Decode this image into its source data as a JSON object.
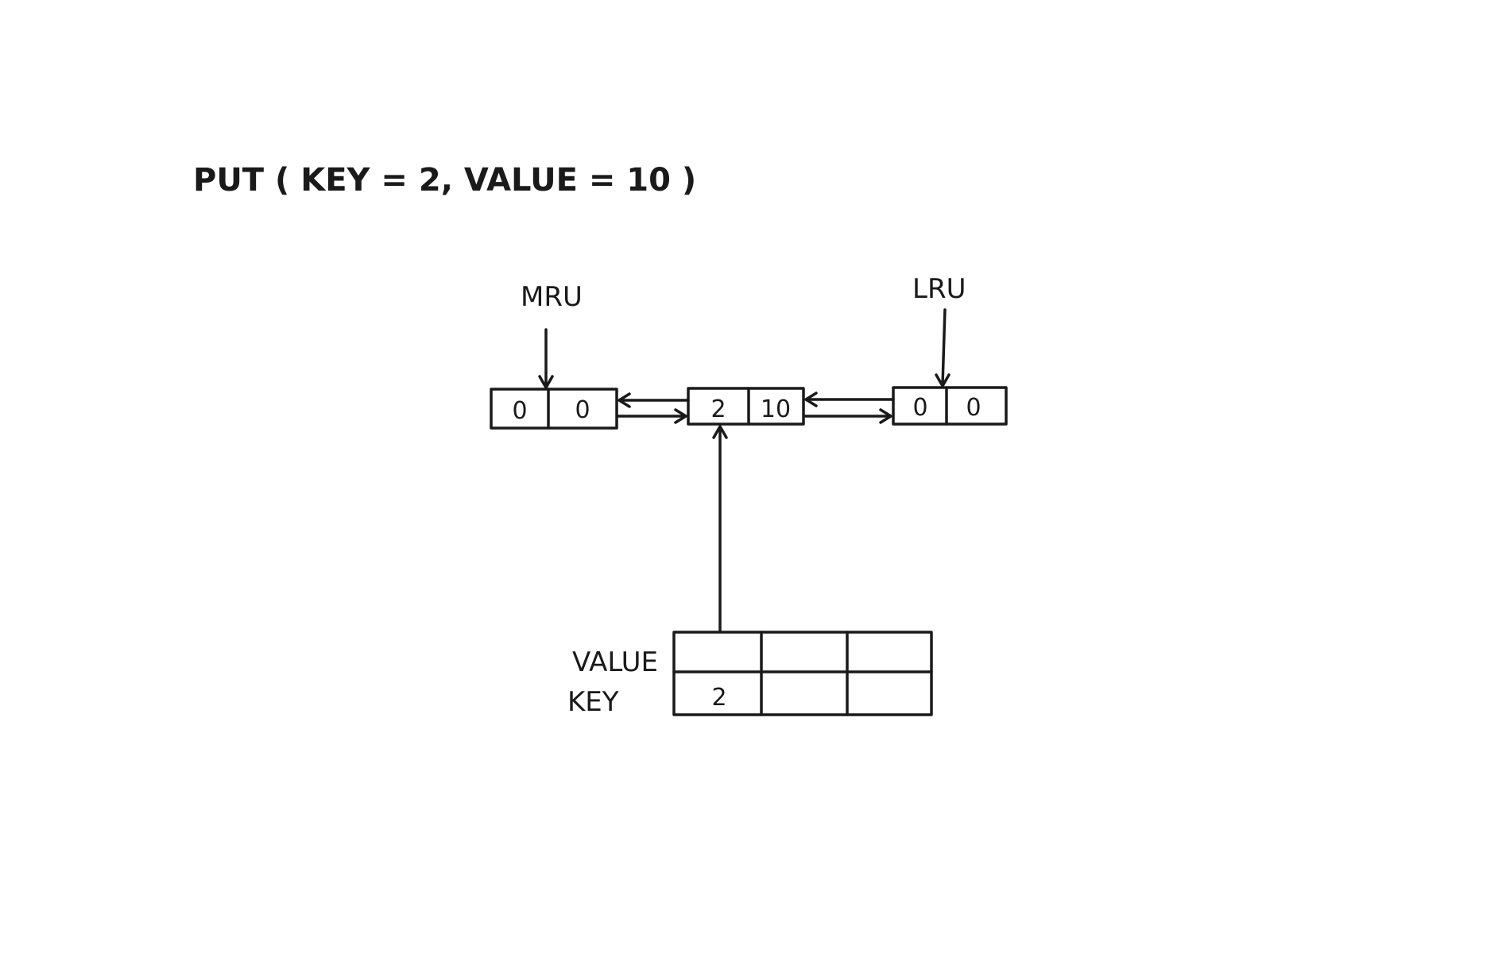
{
  "title": "PUT ( KEY = 2, VALUE = 10 )",
  "pointers": {
    "mru": "MRU",
    "lru": "LRU"
  },
  "nodes": [
    {
      "key": "0",
      "value": "0"
    },
    {
      "key": "2",
      "value": "10"
    },
    {
      "key": "0",
      "value": "0"
    }
  ],
  "table": {
    "row_labels": {
      "value": "VALUE",
      "key": "KEY"
    },
    "keys": [
      "2",
      "",
      ""
    ],
    "values": [
      "",
      "",
      ""
    ]
  }
}
